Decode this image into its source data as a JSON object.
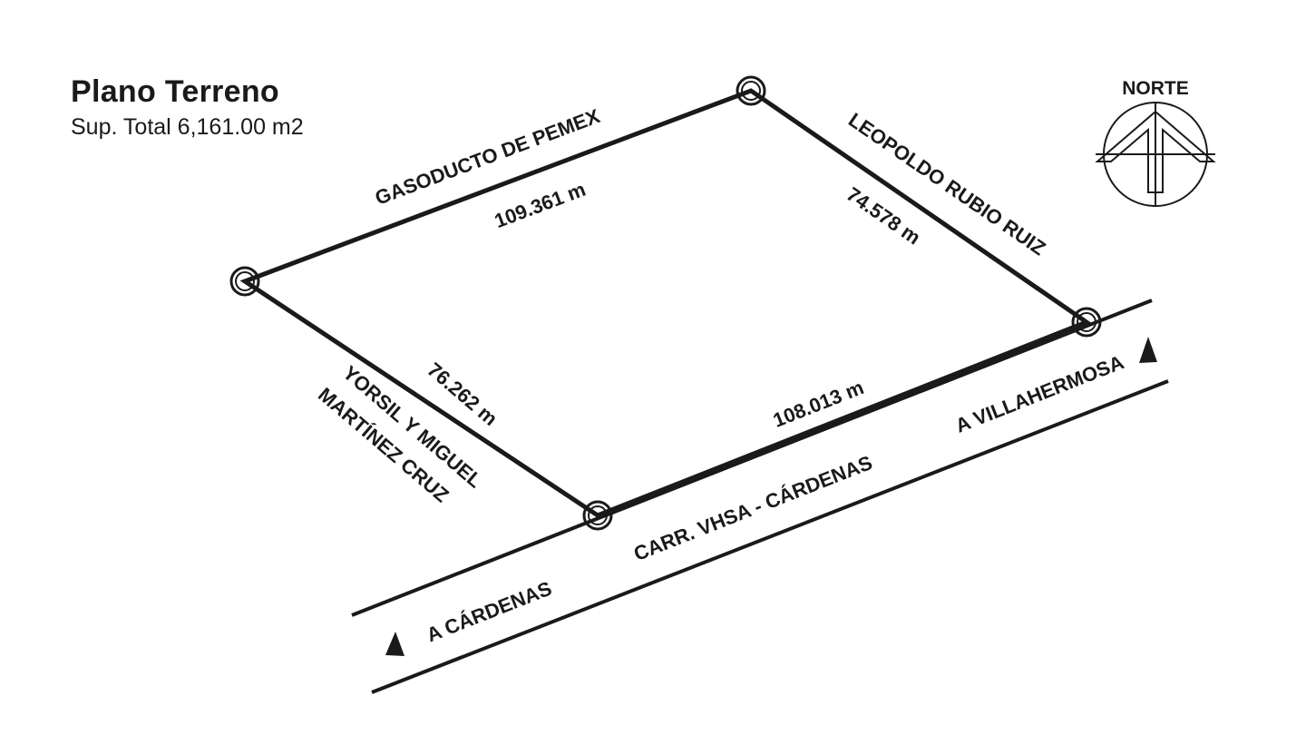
{
  "title": "Plano Terreno",
  "subtitle": "Sup. Total 6,161.00 m2",
  "north_label": "NORTE",
  "boundaries": {
    "north": {
      "neighbor": "GASODUCTO DE PEMEX",
      "length": "109.361 m"
    },
    "east": {
      "neighbor": "LEOPOLDO RUBIO RUIZ",
      "length": "74.578 m"
    },
    "south": {
      "neighbor": "CARR. VHSA - CÁRDENAS",
      "length": "108.013 m"
    },
    "west": {
      "neighbor_line1": "YORSIL Y MIGUEL",
      "neighbor_line2": "MARTÍNEZ CRUZ",
      "length": "76.262 m"
    }
  },
  "road": {
    "to_left": "A CÁRDENAS",
    "to_right": "A VILLAHERMOSA"
  },
  "colors": {
    "ink": "#1a1a1a",
    "background": "#ffffff"
  }
}
